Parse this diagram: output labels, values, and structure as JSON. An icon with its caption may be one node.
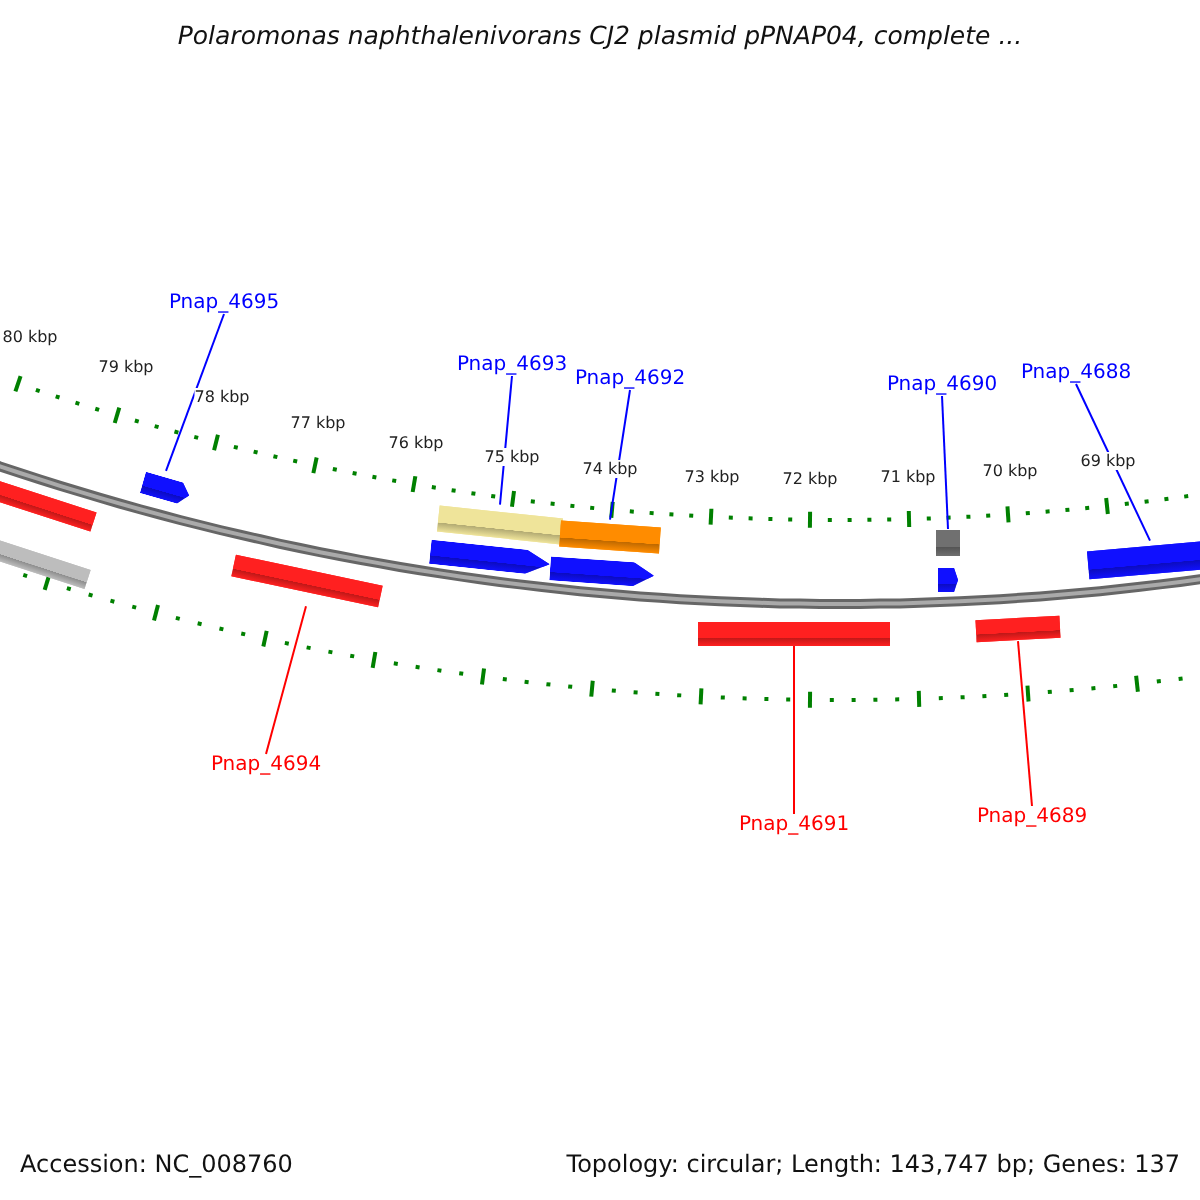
{
  "diagram": {
    "title": "Polaromonas naphthalenivorans CJ2 plasmid pPNAP04, complete ...",
    "nodes": [
      {
        "text": [
          "Pnap_4695"
        ]
      },
      {
        "text": [
          "Pnap_4693"
        ]
      },
      {
        "text": [
          "Pnap_4692"
        ]
      },
      {
        "text": [
          "Pnap_4690"
        ]
      },
      {
        "text": [
          "Pnap_4688"
        ]
      },
      {
        "text": [],
        "shape": "bar"
      },
      {
        "text": [],
        "shape": "bar"
      },
      {
        "text": [],
        "shape": "bar"
      },
      {
        "text": [],
        "shape": "bar"
      },
      {
        "text": [],
        "shape": "bar"
      },
      {
        "text": [],
        "shape": "bar"
      },
      {
        "text": [],
        "shape": "bar"
      },
      {
        "text": [],
        "shape": "bar"
      },
      {
        "text": [],
        "shape": "bar"
      },
      {
        "text": [],
        "shape": "bar"
      },
      {
        "text": [],
        "shape": "bar"
      },
      {
        "text": [],
        "shape": "bar"
      },
      {
        "text": [],
        "shape": "bar"
      },
      {
        "text": [
          "Pnap_4694"
        ]
      },
      {
        "text": [
          "Pnap_4691"
        ]
      },
      {
        "text": [
          "Pnap_4689"
        ]
      }
    ],
    "edges": [
      {
        "from": 0,
        "to": 7,
        "arrow": "none"
      },
      {
        "from": 1,
        "to": 9,
        "arrow": "none"
      },
      {
        "from": 2,
        "to": 11,
        "arrow": "none"
      },
      {
        "from": 3,
        "to": 14,
        "arrow": "none"
      },
      {
        "from": 4,
        "to": 17,
        "arrow": "none"
      },
      {
        "from": 18,
        "to": 8,
        "arrow": "none",
        "color": "#ff0000"
      },
      {
        "from": 19,
        "to": 13,
        "arrow": "none",
        "color": "#ff0000"
      },
      {
        "from": 20,
        "to": 16,
        "arrow": "none",
        "color": "#ff0000"
      }
    ],
    "labels": [
      "80 kbp",
      "79 kbp",
      "78 kbp",
      "77 kbp",
      "76 kbp",
      "75 kbp",
      "74 kbp",
      "73 kbp",
      "72 kbp",
      "71 kbp",
      "70 kbp",
      "69 kbp",
      "Accession: NC_008760",
      "Topology: circular; Length: 143,747 bp; Genes: 137"
    ]
  }
}
